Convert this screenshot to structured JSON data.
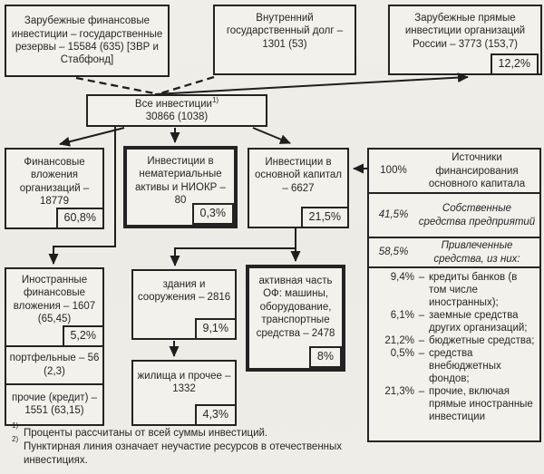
{
  "top": {
    "box1": "Зарубежные финансовые инвестиции – государственные резервы – 15584 (635) [ЗВР и Стабфонд]",
    "box2": "Внутренний государственный долг – 1301 (53)",
    "box3": "Зарубежные прямые инвестиции организаций России – 3773 (153,7)",
    "box3_pct": "12,2%"
  },
  "center": {
    "label": "Все инвестиции",
    "sup": "1)",
    "value": "30866 (1038)"
  },
  "row2": {
    "financial": {
      "text": "Финансовые вложения организаций – 18779",
      "pct": "60,8%"
    },
    "intangible": {
      "text": "Инвестиции в нематериальные активы и НИОКР – 80",
      "pct": "0,3%"
    },
    "fixed_capital": {
      "text": "Инвестиции в основной капитал – 6627",
      "pct": "21,5%"
    }
  },
  "row3": {
    "foreign_fin": {
      "text": "Иностранные финансовые вложения – 1607 (65,45)",
      "pct": "5,2%"
    },
    "portfolio": "портфельные – 56 (2,3)",
    "other_credit": "прочие (кредит) – 1551 (63,15)",
    "buildings": {
      "text": "здания и сооружения – 2816",
      "pct": "9,1%"
    },
    "housing": {
      "text": "жилища и прочее – 1332",
      "pct": "4,3%"
    },
    "active_part": {
      "text": "активная часть ОФ: машины, оборудование, транспортные средства – 2478",
      "pct": "8%"
    }
  },
  "sources": {
    "sep": "–",
    "rows": [
      {
        "pct": "100%",
        "label": "Источники финансирования основного капитала"
      },
      {
        "pct": "41,5%",
        "label": "Собственные средства предприятий"
      },
      {
        "pct": "58,5%",
        "label": "Привлеченные средства, из них:"
      }
    ],
    "items": [
      {
        "pct": "9,4%",
        "label": "кредиты банков (в том числе иностранных);"
      },
      {
        "pct": "6,1%",
        "label": "заемные средства других организаций;"
      },
      {
        "pct": "21,2%",
        "label": "бюджетные средства;"
      },
      {
        "pct": "0,5%",
        "label": "средства внебюджетных фондов;"
      },
      {
        "pct": "21,3%",
        "label": "прочие, включая прямые иностранные инвестиции"
      }
    ]
  },
  "footnotes": [
    {
      "ref": "1)",
      "text": "Проценты рассчитаны от всей суммы инвестиций."
    },
    {
      "ref": "2)",
      "text": "Пунктирная линия означает неучастие ресурсов в отечественных инвестициях."
    }
  ]
}
